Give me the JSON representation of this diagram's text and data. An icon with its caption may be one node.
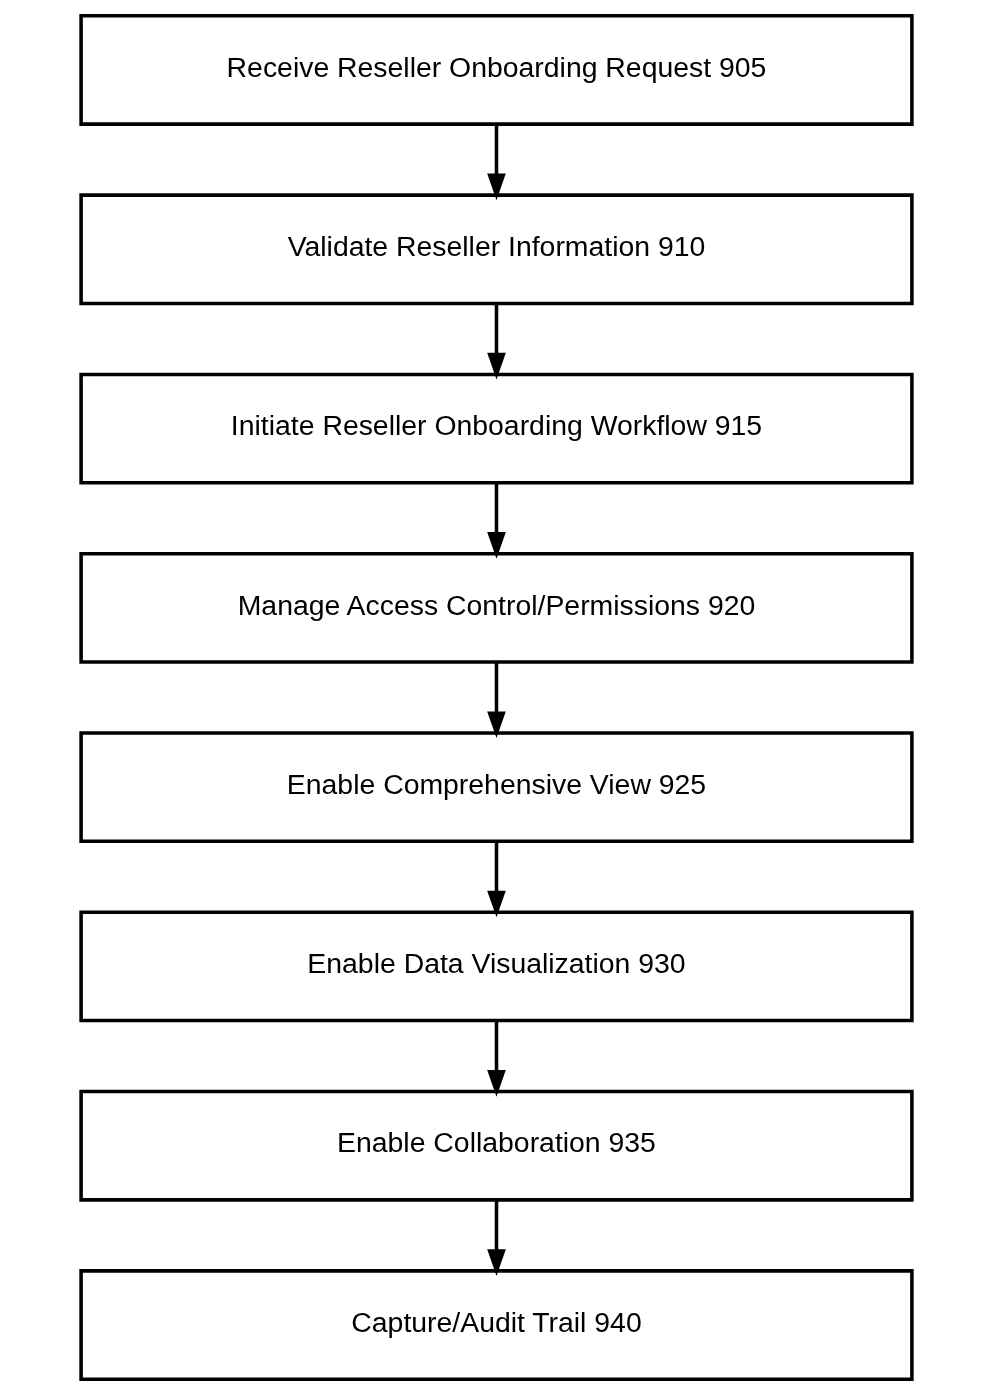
{
  "diagram": {
    "nodes": [
      {
        "text": [
          "Receive Reseller Onboarding Request 905"
        ]
      },
      {
        "text": [
          "Validate Reseller Information 910"
        ]
      },
      {
        "text": [
          "Initiate Reseller Onboarding Workflow 915"
        ]
      },
      {
        "text": [
          "Manage Access Control/Permissions 920"
        ]
      },
      {
        "text": [
          "Enable Comprehensive View 925"
        ]
      },
      {
        "text": [
          "Enable Data Visualization 930"
        ]
      },
      {
        "text": [
          "Enable Collaboration 935"
        ]
      },
      {
        "text": [
          "Capture/Audit Trail 940"
        ]
      }
    ],
    "edges": [
      {
        "from": 0,
        "to": 1,
        "arrow": "to"
      },
      {
        "from": 1,
        "to": 2,
        "arrow": "to"
      },
      {
        "from": 2,
        "to": 3,
        "arrow": "to"
      },
      {
        "from": 3,
        "to": 4,
        "arrow": "to"
      },
      {
        "from": 4,
        "to": 5,
        "arrow": "to"
      },
      {
        "from": 5,
        "to": 6,
        "arrow": "to"
      },
      {
        "from": 6,
        "to": 7,
        "arrow": "to"
      }
    ]
  }
}
